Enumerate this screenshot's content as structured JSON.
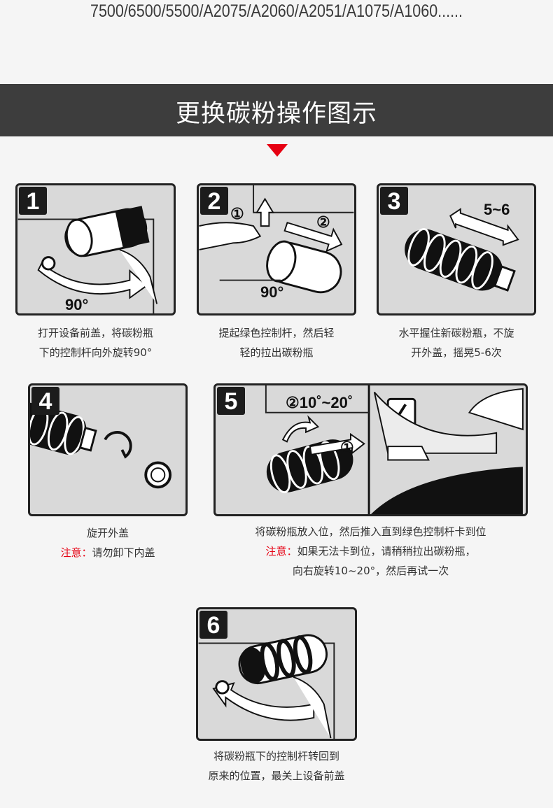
{
  "models": "7500/6500/5500/A2075/A2060/A2051/A1075/A1060......",
  "banner_title": "更换碳粉操作图示",
  "steps": [
    {
      "number": "1",
      "labels": [
        "90°"
      ],
      "caption": [
        "打开设备前盖，将碳粉瓶",
        "下的控制杆向外旋转90°"
      ]
    },
    {
      "number": "2",
      "labels": [
        "①",
        "②",
        "90°"
      ],
      "caption": [
        "提起绿色控制杆，然后轻",
        "轻的拉出碳粉瓶"
      ]
    },
    {
      "number": "3",
      "labels": [
        "5~6"
      ],
      "caption": [
        "水平握住新碳粉瓶，不旋",
        "开外盖，摇晃5-6次"
      ]
    },
    {
      "number": "4",
      "labels": [],
      "caption": [
        "旋开外盖"
      ],
      "note_label": "注意：",
      "note": "请勿卸下内盖"
    },
    {
      "number": "5",
      "labels": [
        "②10˚~20˚",
        "①"
      ],
      "caption": [
        "将碳粉瓶放入位，然后推入直到绿色控制杆卡到位"
      ],
      "note_label": "注意：",
      "note": "如果无法卡到位，请稍稍拉出碳粉瓶，",
      "note2": "向右旋转10~20°，然后再试一次"
    },
    {
      "number": "6",
      "labels": [],
      "caption": [
        "将碳粉瓶下的控制杆转回到",
        "原来的位置，最关上设备前盖"
      ]
    }
  ],
  "colors": {
    "banner": "#3d3d3d",
    "accent": "#e60012"
  }
}
